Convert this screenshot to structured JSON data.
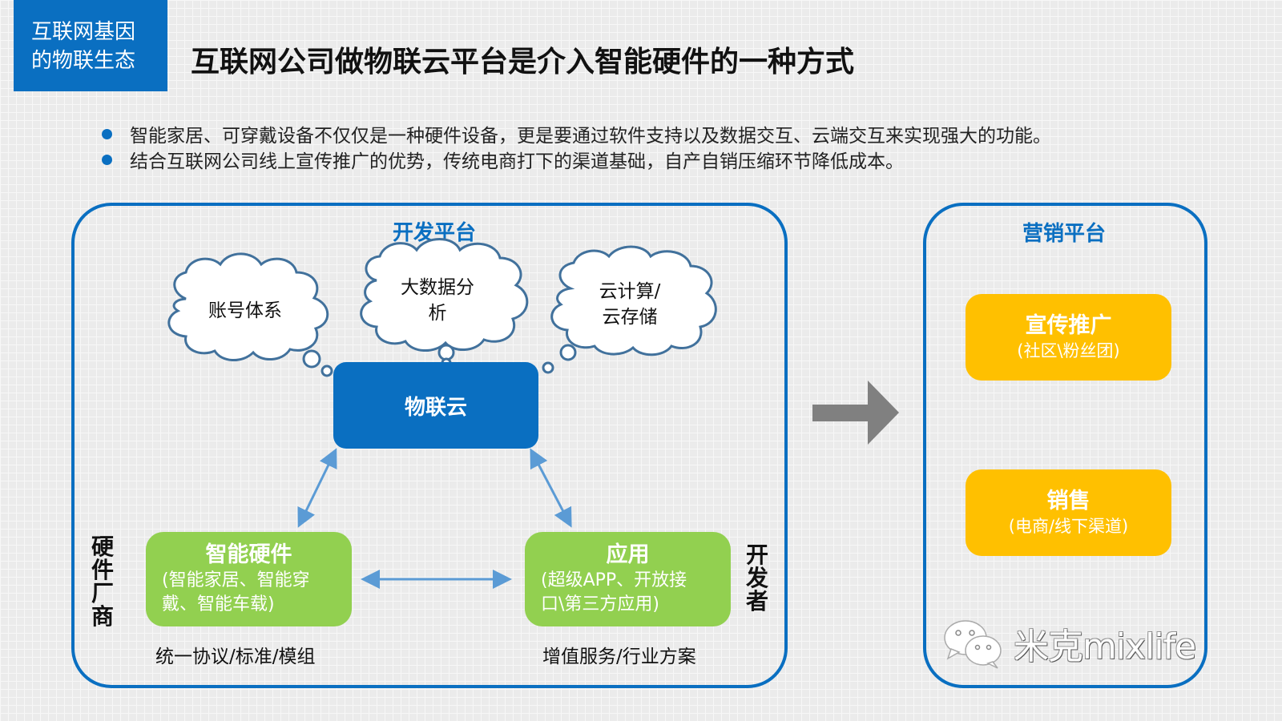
{
  "header": {
    "corner_tag": [
      "互联网基因",
      "的物联生态"
    ],
    "title": "互联网公司做物联云平台是介入智能硬件的一种方式"
  },
  "bullets": [
    "智能家居、可穿戴设备不仅仅是一种硬件设备，更是要通过软件支持以及数据交互、云端交互来实现强大的功能。",
    "结合互联网公司线上宣传推广的优势，传统电商打下的渠道基础，自产自销压缩环节降低成本。"
  ],
  "dev_platform": {
    "title": "开发平台",
    "clouds": [
      {
        "lines": [
          "账号体系"
        ]
      },
      {
        "lines": [
          "大数据分",
          "析"
        ]
      },
      {
        "lines": [
          "云计算/",
          "云存储"
        ]
      }
    ],
    "core": "物联云",
    "hardware": {
      "title": "智能硬件",
      "sub": [
        "(智能家居、智能穿",
        "戴、智能车载)"
      ],
      "side_label": [
        "硬",
        "件",
        "厂",
        "商"
      ],
      "caption": "统一协议/标准/模组"
    },
    "application": {
      "title": "应用",
      "sub": [
        "(超级APP、开放接",
        "口\\第三方应用)"
      ],
      "side_label": [
        "开",
        "发",
        "者"
      ],
      "caption": "增值服务/行业方案"
    }
  },
  "marketing_platform": {
    "title": "营销平台",
    "boxes": [
      {
        "title": "宣传推广",
        "sub": "(社区\\粉丝团)"
      },
      {
        "title": "销售",
        "sub": "(电商/线下渠道)"
      }
    ]
  },
  "watermark": {
    "icon": "wechat-icon",
    "text": "米克mixlife"
  },
  "colors": {
    "primary_blue": "#0a6fc1",
    "green": "#92d050",
    "orange": "#ffc000",
    "arrow_gray": "#808080",
    "connector_blue": "#5b9bd5",
    "cloud_outline": "#41719c"
  }
}
